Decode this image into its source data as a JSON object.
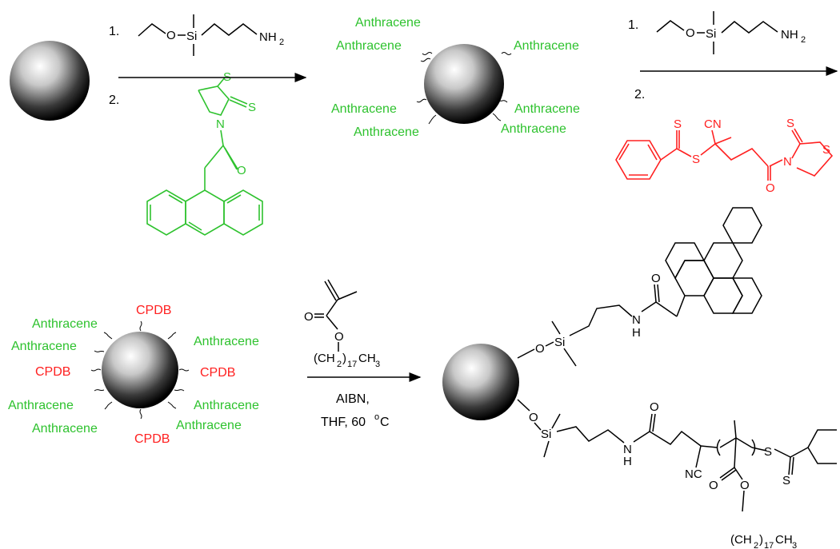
{
  "steps": {
    "step1": {
      "reagent1_num": "1.",
      "reagent2_num": "2.",
      "atoms": {
        "O": "O",
        "Si": "Si",
        "NH2": "NH",
        "sub2": "2",
        "S1": "S",
        "S2": "S",
        "N": "N",
        "O2": "O"
      }
    },
    "step2": {
      "reagent1_num": "1.",
      "reagent2_num": "2.",
      "atoms": {
        "O": "O",
        "Si": "Si",
        "NH2": "NH",
        "sub2": "2",
        "S_top": "S",
        "CN": "CN",
        "S_link": "S",
        "S_ring": "S",
        "S_exo": "S",
        "N": "N"
      }
    },
    "step3": {
      "monomer": {
        "O1": "O",
        "O2": "O",
        "chain": "(CH",
        "sub2": "2",
        "sub17": "17",
        "ch3": "CH",
        "sub3": "3"
      },
      "conditions_line1": "AIBN,",
      "conditions_line2": "THF, 60",
      "degree": "o",
      "unit_c": "C"
    }
  },
  "particles": {
    "p2_labels": [
      "Anthracene",
      "Anthracene",
      "Anthracene",
      "Anthracene",
      "Anthracene",
      "Anthracene"
    ],
    "p3_anthracene": [
      "Anthracene",
      "Anthracene",
      "Anthracene",
      "Anthracene",
      "Anthracene",
      "Anthracene"
    ],
    "p3_cpdb": [
      "CPDB",
      "CPDB",
      "CPDB",
      "CPDB"
    ]
  },
  "product": {
    "atoms": {
      "O_top": "O",
      "Si_top": "Si",
      "NH_top": "N",
      "H_top": "H",
      "O_amide_top": "O",
      "O_bot": "O",
      "Si_bot": "Si",
      "NH_bot": "N",
      "H_bot": "H",
      "O_amide_bot": "O",
      "NC": "NC",
      "S_link": "S",
      "S_exo": "S",
      "O_ester1": "O",
      "O_ester2": "O",
      "chain": "(CH",
      "sub2": "2",
      "sub17": "17",
      "ch3": "CH",
      "sub3": "3"
    }
  },
  "colors": {
    "green": "#2ec22e",
    "red": "#ff2020",
    "black": "#000000"
  }
}
